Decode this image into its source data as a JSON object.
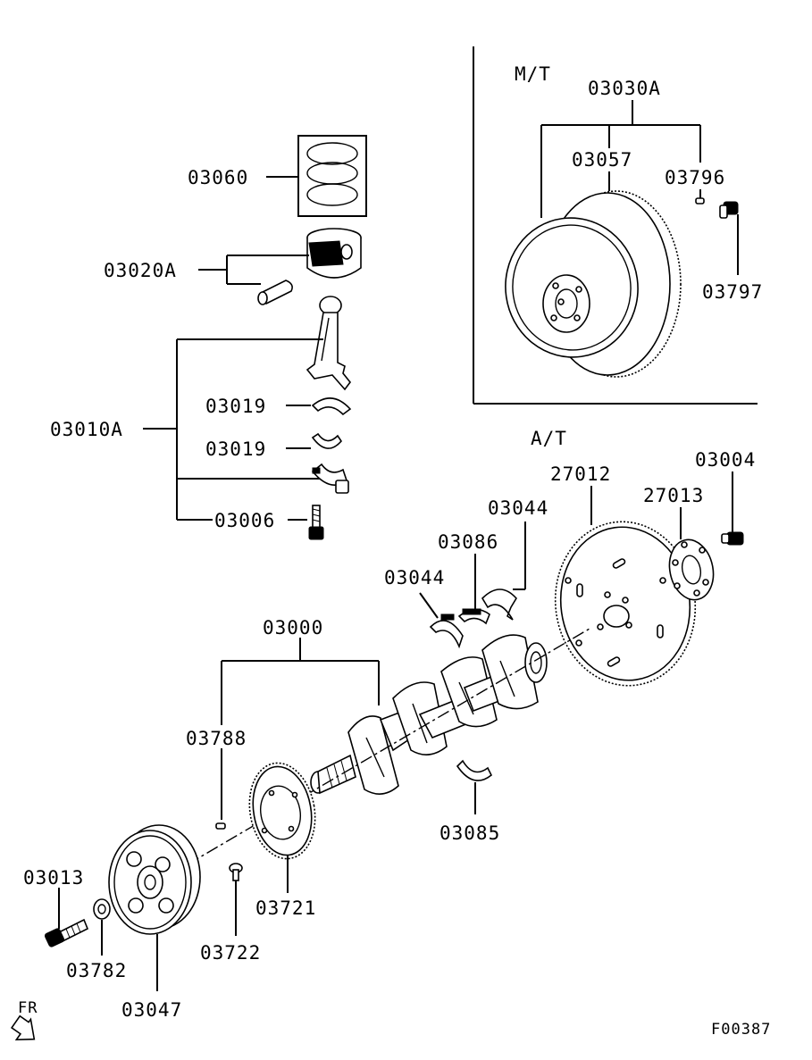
{
  "sections": {
    "manual_transmission": "M/T",
    "automatic_transmission": "A/T"
  },
  "labels": {
    "p03060": "03060",
    "p03020A": "03020A",
    "p03010A": "03010A",
    "p03019a": "03019",
    "p03019b": "03019",
    "p03006": "03006",
    "p03030A": "03030A",
    "p03057": "03057",
    "p03796": "03796",
    "p03797": "03797",
    "p27012": "27012",
    "p27013": "27013",
    "p03004": "03004",
    "p03044a": "03044",
    "p03044b": "03044",
    "p03086": "03086",
    "p03000": "03000",
    "p03788": "03788",
    "p03085": "03085",
    "p03721": "03721",
    "p03722": "03722",
    "p03013": "03013",
    "p03782": "03782",
    "p03047": "03047"
  },
  "direction_indicator": "FR",
  "figure_code": "F00387",
  "icons": [
    "front-direction-arrow-icon"
  ]
}
